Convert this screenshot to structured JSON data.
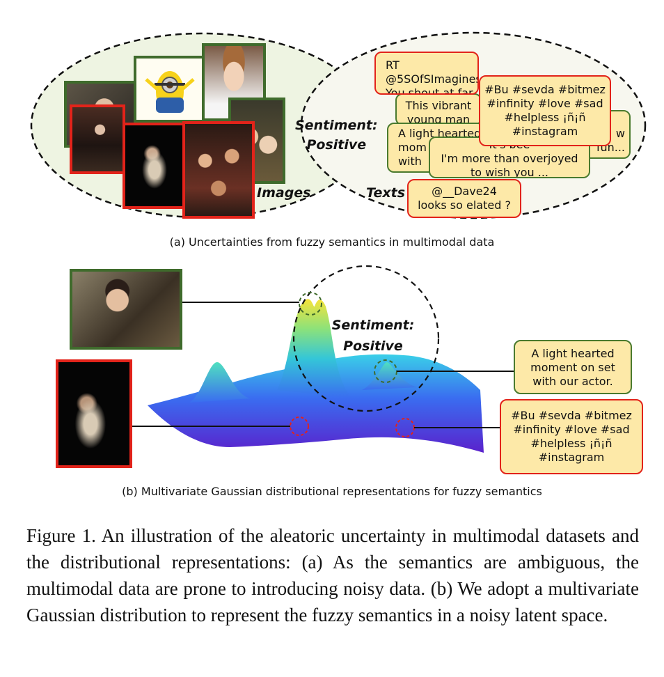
{
  "panel_a": {
    "labels": {
      "images": "Images",
      "texts": "Texts",
      "sentiment_line1": "Sentiment:",
      "sentiment_line2": "Positive"
    },
    "texts": [
      {
        "id": "rt",
        "text": "RT @5SOfSImagines:\nYou shout at far"
      },
      {
        "id": "vibrant",
        "text": "This vibrant\nyoung man"
      },
      {
        "id": "lighthearted",
        "text": "A light hearted\nmom\nwith"
      },
      {
        "id": "overjoyed",
        "text": "It's bee\nI'm more than overjoyed\nto wish you ..."
      },
      {
        "id": "right",
        "text": "w\nfun..."
      },
      {
        "id": "hashtags",
        "text": "#Bu #sevda #bitmez\n#infinity #love #sad\n#helpless ¡ñ¡ñ\n#instagram"
      },
      {
        "id": "dave",
        "text": "@__Dave24\nlooks so elated ?"
      }
    ],
    "caption": "(a) Uncertainties from fuzzy semantics in multimodal data"
  },
  "panel_b": {
    "sentiment_line1": "Sentiment:",
    "sentiment_line2": "Positive",
    "text_green": "A light hearted\nmoment on set\nwith our actor.",
    "text_red": "#Bu #sevda #bitmez\n#infinity #love #sad\n#helpless ¡ñ¡ñ\n#instagram",
    "caption": "(b) Multivariate Gaussian distributional representations for fuzzy semantics"
  },
  "figure_caption": "Figure 1. An illustration of the aleatoric uncertainty in multimodal datasets and the distributional representations: (a) As the semantics are ambiguous, the multimodal data are prone to introducing noisy data. (b) We adopt a multivariate Gaussian distribution to represent the fuzzy semantics in a noisy latent space.",
  "colors": {
    "green_border": "#3f6b2c",
    "red_border": "#e2231a",
    "box_fill": "#fde9a8",
    "ellipse_fill": "#eef4e2"
  }
}
